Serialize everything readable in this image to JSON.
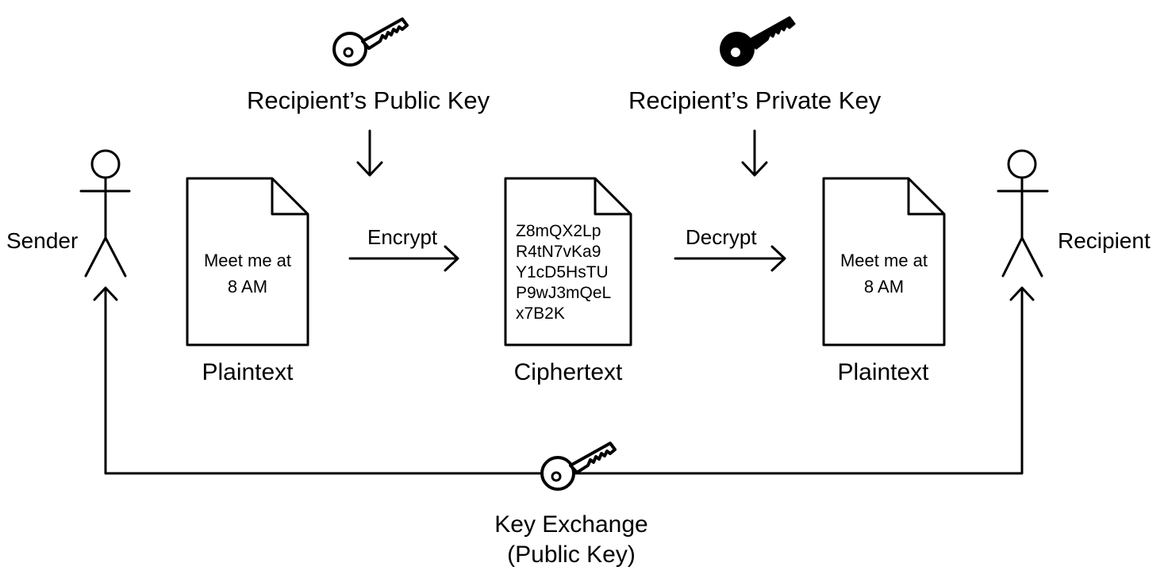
{
  "keys": {
    "public_label": "Recipient’s Public Key",
    "private_label": "Recipient’s Private Key",
    "public_icon": "key-outline-icon",
    "private_icon": "key-solid-icon"
  },
  "actors": {
    "sender": "Sender",
    "recipient": "Recipient",
    "icon": "stick-figure-icon"
  },
  "steps": {
    "encrypt": "Encrypt",
    "decrypt": "Decrypt"
  },
  "documents": {
    "plaintext_left": {
      "line1": "Meet me at",
      "line2": "8 AM",
      "caption": "Plaintext"
    },
    "ciphertext": {
      "lines": [
        "Z8mQX2Lp",
        "R4tN7vKa9",
        "Y1cD5HsTU",
        "P9wJ3mQeL",
        "x7B2K"
      ],
      "caption": "Ciphertext"
    },
    "plaintext_right": {
      "line1": "Meet me at",
      "line2": "8 AM",
      "caption": "Plaintext"
    }
  },
  "key_exchange": {
    "line1": "Key Exchange",
    "line2": "(Public Key)",
    "icon": "key-outline-icon"
  },
  "colors": {
    "ink": "#000000",
    "background": "#ffffff"
  }
}
